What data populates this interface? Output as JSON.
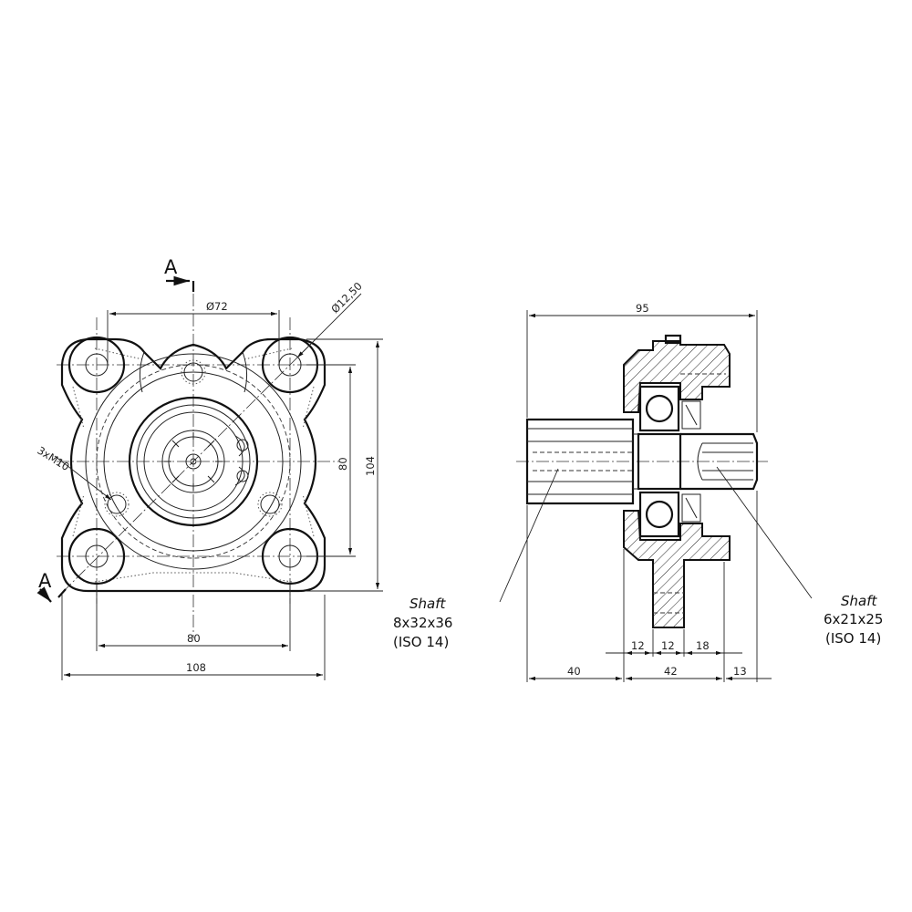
{
  "section": {
    "label": "A"
  },
  "dims": {
    "d72": "Ø72",
    "d12": "Ø12,50",
    "thread": "3xM10",
    "h80": "80",
    "h104": "104",
    "w80": "80",
    "w108": "108",
    "l95": "95",
    "l40": "40",
    "l42": "42",
    "l13": "13",
    "l12a": "12",
    "l12b": "12",
    "l18": "18"
  },
  "shaft_left": {
    "title": "Shaft",
    "size": "8x32x36",
    "std": "(ISO 14)"
  },
  "shaft_right": {
    "title": "Shaft",
    "size": "6x21x25",
    "std": "(ISO 14)"
  }
}
